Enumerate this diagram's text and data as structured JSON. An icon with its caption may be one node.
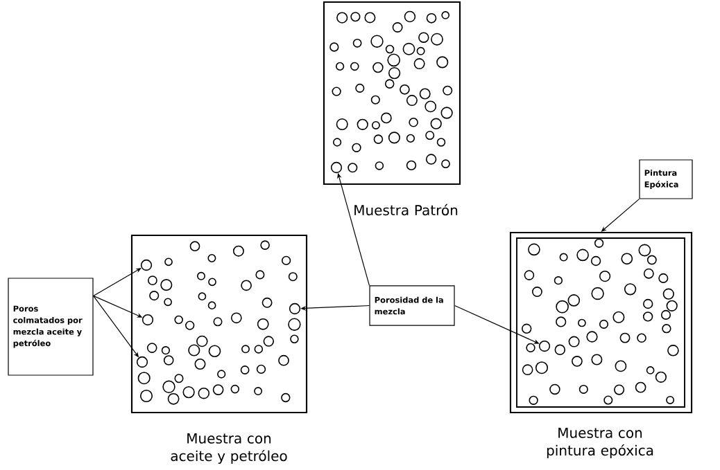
{
  "diagram": {
    "nodes": [
      {
        "text": [
          "Muestra Patrón"
        ]
      },
      {
        "text": [
          "Muestra con aceite y petróleo"
        ]
      },
      {
        "text": [
          "Muestra con pintura epóxica"
        ]
      },
      {
        "text": [
          "Poros colmatados por mezcla aceite y petróleo"
        ]
      },
      {
        "text": [
          "Porosidad de la mezcla"
        ]
      },
      {
        "text": [
          "Pintura Epóxica"
        ]
      },
      {
        "text": [],
        "shape": "circle",
        "in": 0
      },
      {
        "text": [],
        "shape": "circle",
        "in": 1
      },
      {
        "text": [],
        "shape": "circle",
        "in": 1
      },
      {
        "text": [],
        "shape": "circle",
        "in": 1
      },
      {
        "text": [],
        "shape": "circle",
        "in": 1
      },
      {
        "text": [],
        "shape": "circle",
        "in": 2
      }
    ],
    "edges": [
      {
        "from": 3,
        "to": 7,
        "arrow": "to"
      },
      {
        "from": 3,
        "to": 8,
        "arrow": "to"
      },
      {
        "from": 3,
        "to": 9,
        "arrow": "to"
      },
      {
        "from": 4,
        "to": 6,
        "arrow": "to"
      },
      {
        "from": 4,
        "to": 10,
        "arrow": "to"
      },
      {
        "from": 4,
        "to": 11,
        "arrow": "to"
      },
      {
        "from": 5,
        "to": 2,
        "arrow": "to"
      }
    ]
  }
}
